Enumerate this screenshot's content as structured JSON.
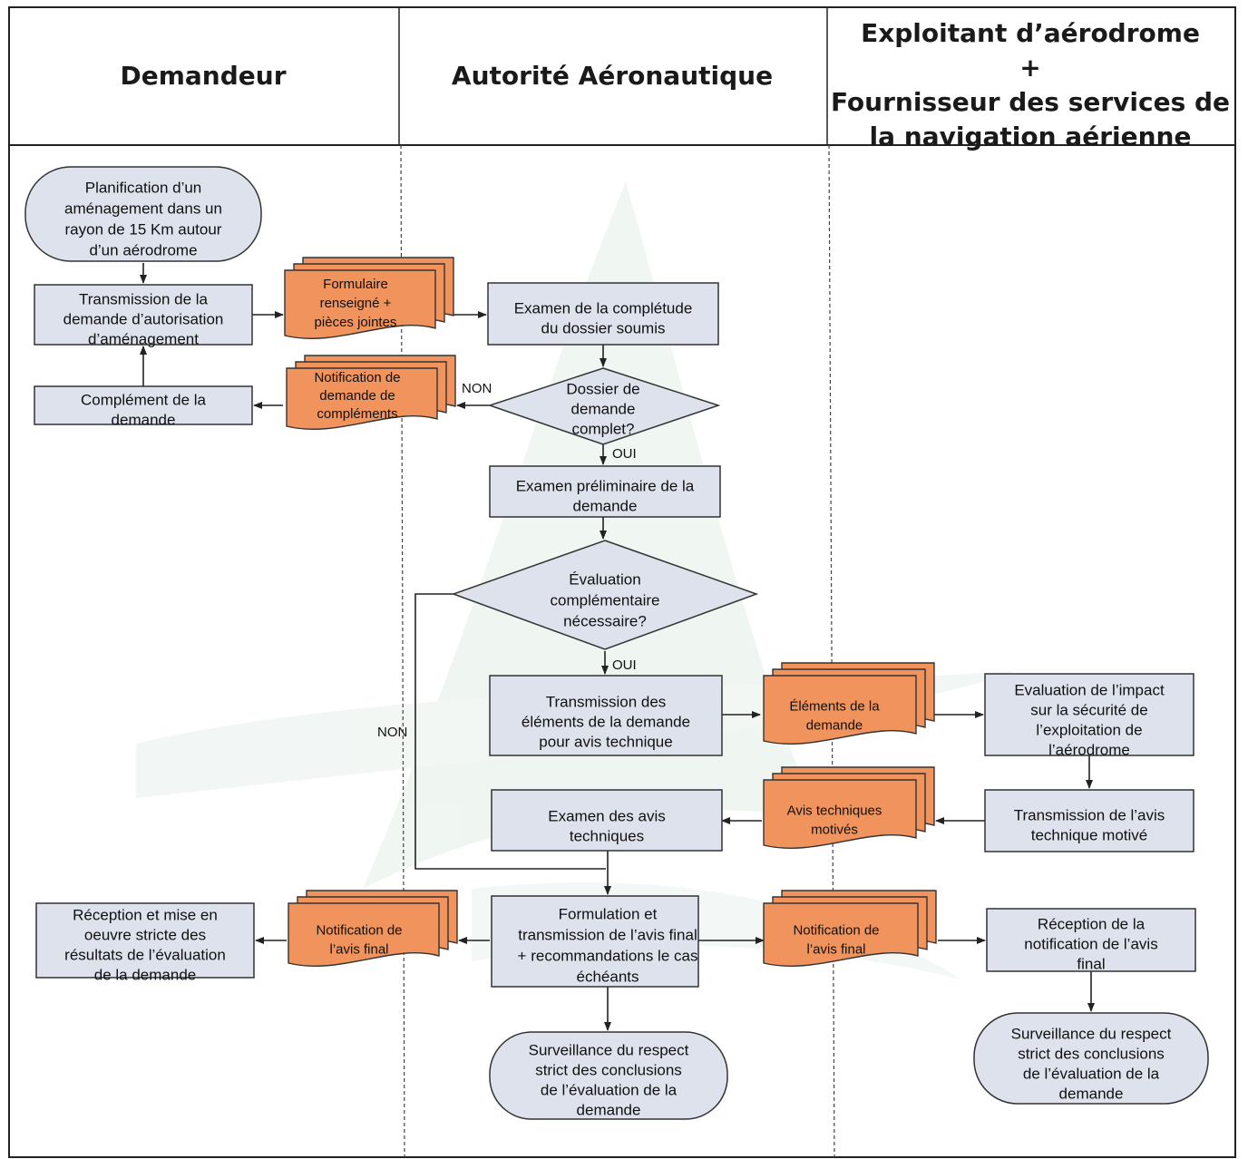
{
  "lanes": {
    "demandeur": "Demandeur",
    "autorite": "Autorité Aéronautique",
    "exploitant": [
      "Exploitant d’aérodrome",
      "+",
      "Fournisseur des services de",
      "la navigation aérienne"
    ]
  },
  "colors": {
    "process_fill": "#dde2ec",
    "document_fill": "#f0935c",
    "stroke": "#333333",
    "watermark": "#e4efe9"
  },
  "nodes": {
    "planification": [
      "Planification d’un",
      "aménagement dans un",
      "rayon de 15 Km autour",
      "d’un aérodrome"
    ],
    "transmission_demande": [
      "Transmission de la",
      "demande d’autorisation",
      "d’aménagement"
    ],
    "complement": [
      "Complément de la",
      "demande"
    ],
    "doc_formulaire": [
      "Formulaire",
      "renseigné +",
      "pièces jointes"
    ],
    "doc_notif_complements": [
      "Notification de",
      "demande de",
      "compléments"
    ],
    "examen_completude": [
      "Examen de la complétude",
      "du dossier soumis"
    ],
    "decision_complet": [
      "Dossier de",
      "demande",
      "complet?"
    ],
    "examen_preliminaire": [
      "Examen préliminaire de la",
      "demande"
    ],
    "decision_evaluation": [
      "Évaluation",
      "complémentaire",
      "nécessaire?"
    ],
    "transmission_elements": [
      "Transmission des",
      "éléments de la demande",
      "pour avis technique"
    ],
    "doc_elements": [
      "Éléments de la",
      "demande"
    ],
    "evaluation_impact": [
      "Evaluation de l’impact",
      "sur la sécurité de",
      "l’exploitation de",
      "l’aérodrome"
    ],
    "transmission_avis": [
      "Transmission de l’avis",
      "technique motivé"
    ],
    "doc_avis_techniques": [
      "Avis techniques",
      "motivés"
    ],
    "examen_avis": [
      "Examen des avis",
      "techniques"
    ],
    "formulation": [
      "Formulation et",
      "transmission de l’avis final",
      "+ recommandations le cas",
      "échéants"
    ],
    "doc_notif_final_left": [
      "Notification de",
      "l’avis final"
    ],
    "doc_notif_final_right": [
      "Notification de",
      "l’avis final"
    ],
    "reception_mise": [
      "Réception et mise en",
      "oeuvre stricte des",
      "résultats de l’évaluation",
      "de la demande"
    ],
    "reception_notification": [
      "Réception de la",
      "notification de l’avis",
      "final"
    ],
    "surveillance_autorite": [
      "Surveillance du respect",
      "strict des conclusions",
      "de l’évaluation de la",
      "demande"
    ],
    "surveillance_exploitant": [
      "Surveillance du respect",
      "strict des conclusions",
      "de l’évaluation de la",
      "demande"
    ]
  },
  "edge_labels": {
    "non_complet": "NON",
    "oui_complet": "OUI",
    "oui_evaluation": "OUI",
    "non_evaluation": "NON"
  }
}
